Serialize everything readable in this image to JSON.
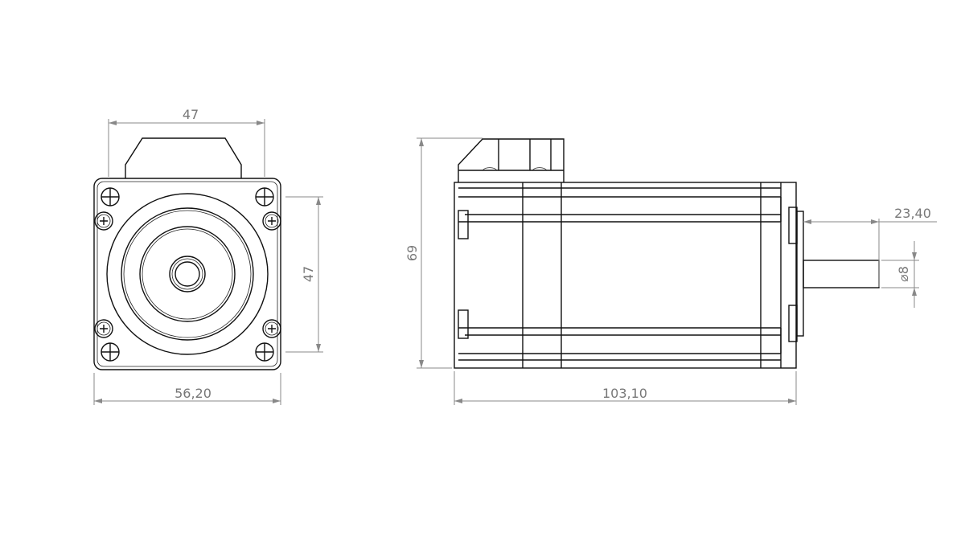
{
  "front_view": {
    "dim_connector_width": "47",
    "dim_hole_spacing": "47",
    "dim_body_width": "56,20"
  },
  "side_view": {
    "dim_height": "69",
    "dim_length": "103,10",
    "dim_shaft_length": "23,40",
    "dim_shaft_diameter": "⌀8"
  }
}
